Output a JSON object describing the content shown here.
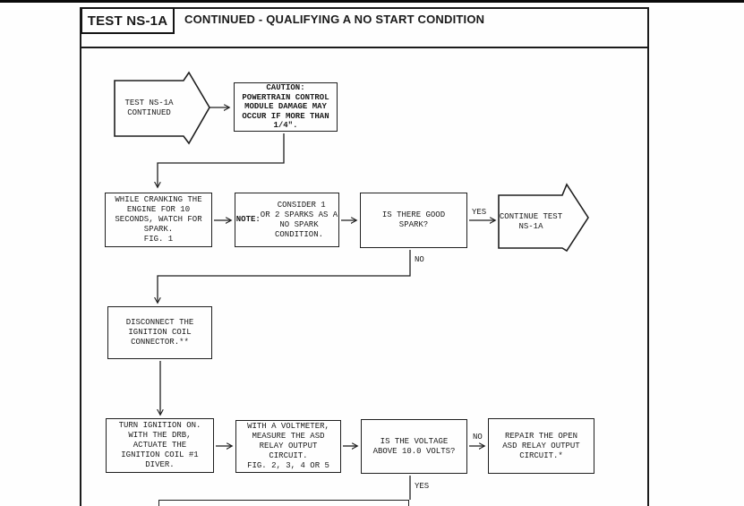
{
  "colors": {
    "ink": "#1a1a1a",
    "paper": "#fefefe"
  },
  "header": {
    "test_id": "TEST NS-1A",
    "title": "CONTINUED - QUALIFYING A NO START CONDITION"
  },
  "flowchart": {
    "start_arrow": "TEST NS-1A\nCONTINUED",
    "caution": "CAUTION:\nPOWERTRAIN CONTROL\nMODULE DAMAGE MAY\nOCCUR IF MORE THAN\n1/4\".",
    "crank": "WHILE CRANKING THE\nENGINE FOR 10\nSECONDS, WATCH FOR\nSPARK.\nFIG. 1",
    "note_label": "NOTE:",
    "note_rest": " CONSIDER 1\nOR 2 SPARKS AS A\nNO SPARK\nCONDITION.",
    "spark_question": "IS THERE GOOD\nSPARK?",
    "continue_arrow": "CONTINUE TEST\nNS-1A",
    "disconnect": "DISCONNECT THE\nIGNITION COIL\nCONNECTOR.**",
    "ignition": "TURN IGNITION ON.\nWITH THE DRB,\nACTUATE THE\nIGNITION COIL #1\nDIVER.",
    "voltmeter": "WITH A VOLTMETER,\nMEASURE THE ASD\nRELAY OUTPUT\nCIRCUIT.\nFIG. 2, 3, 4 OR 5",
    "voltage_question": "IS THE VOLTAGE\nABOVE 10.0 VOLTS?",
    "repair": "REPAIR THE OPEN\nASD RELAY OUTPUT\nCIRCUIT.*",
    "labels": {
      "spark_yes": "YES",
      "spark_no": "NO",
      "voltage_no": "NO",
      "voltage_yes": "YES"
    }
  }
}
